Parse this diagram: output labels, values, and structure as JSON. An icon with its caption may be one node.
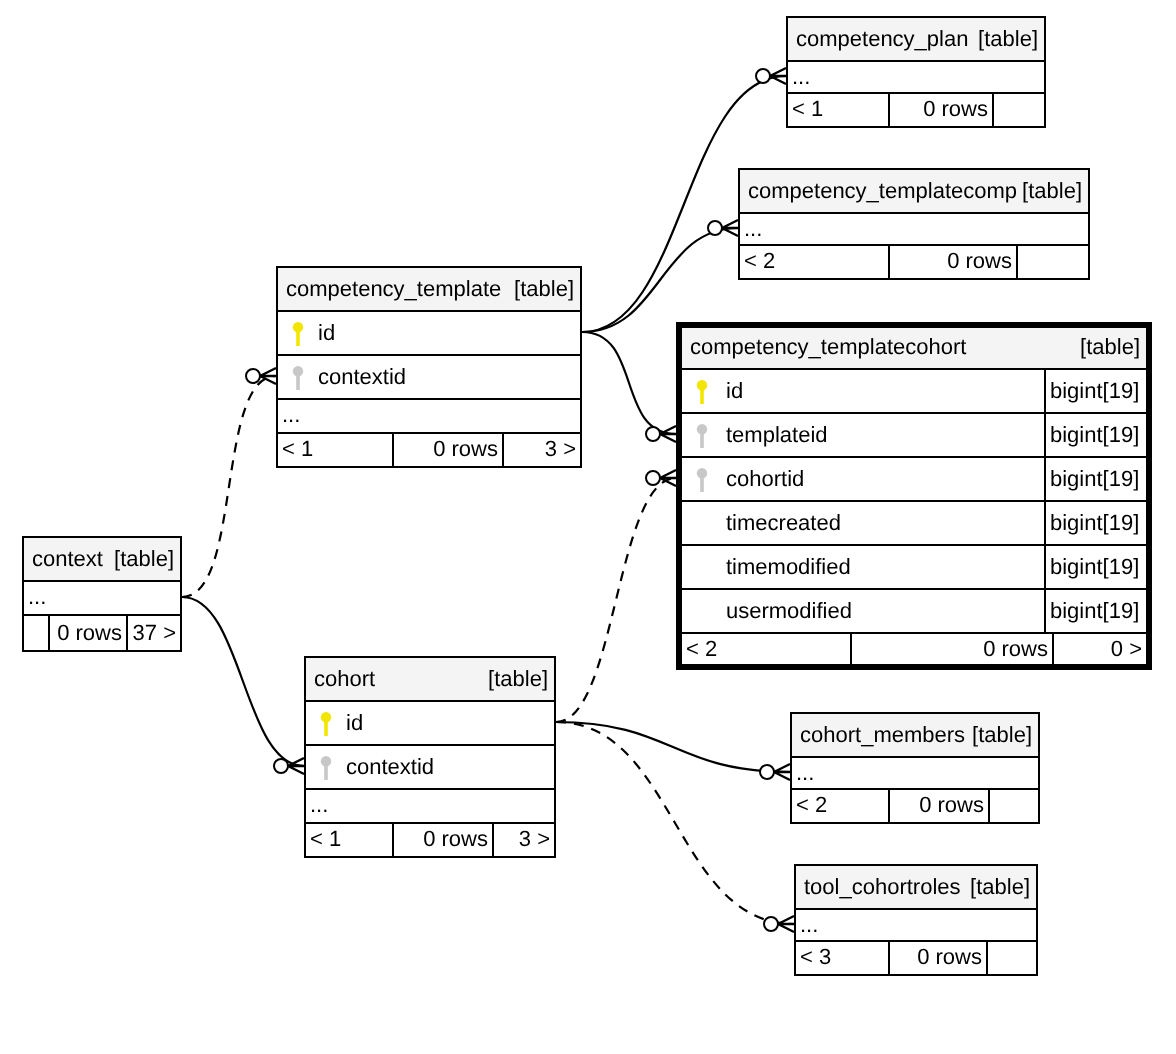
{
  "diagram": {
    "nodes": [
      {
        "text": [
          "context",
          "[table]"
        ]
      },
      {
        "text": [
          "..."
        ],
        "in": 0
      },
      {
        "text": [
          "0 rows",
          "37 >"
        ],
        "in": 0
      },
      {
        "text": [
          "competency_template",
          "[table]"
        ]
      },
      {
        "text": [
          "id"
        ],
        "in": 3
      },
      {
        "text": [
          "contextid"
        ],
        "in": 3
      },
      {
        "text": [
          "..."
        ],
        "in": 3
      },
      {
        "text": [
          "< 1",
          "0 rows",
          "3 >"
        ],
        "in": 3
      },
      {
        "text": [
          "cohort",
          "[table]"
        ]
      },
      {
        "text": [
          "id"
        ],
        "in": 8
      },
      {
        "text": [
          "contextid"
        ],
        "in": 8
      },
      {
        "text": [
          "..."
        ],
        "in": 8
      },
      {
        "text": [
          "< 1",
          "0 rows",
          "3 >"
        ],
        "in": 8
      },
      {
        "text": [
          "competency_plan",
          "[table]"
        ]
      },
      {
        "text": [
          "..."
        ],
        "in": 13
      },
      {
        "text": [
          "< 1",
          "0 rows"
        ],
        "in": 13
      },
      {
        "text": [
          "competency_templatecomp",
          "[table]"
        ]
      },
      {
        "text": [
          "..."
        ],
        "in": 16
      },
      {
        "text": [
          "< 2",
          "0 rows"
        ],
        "in": 16
      },
      {
        "text": [
          "competency_templatecohort",
          "[table]"
        ]
      },
      {
        "text": [
          "id",
          "bigint[19]"
        ],
        "in": 19
      },
      {
        "text": [
          "templateid",
          "bigint[19]"
        ],
        "in": 19
      },
      {
        "text": [
          "cohortid",
          "bigint[19]"
        ],
        "in": 19
      },
      {
        "text": [
          "timecreated",
          "bigint[19]"
        ],
        "in": 19
      },
      {
        "text": [
          "timemodified",
          "bigint[19]"
        ],
        "in": 19
      },
      {
        "text": [
          "usermodified",
          "bigint[19]"
        ],
        "in": 19
      },
      {
        "text": [
          "< 2",
          "0 rows",
          "0 >"
        ],
        "in": 19
      },
      {
        "text": [
          "cohort_members",
          "[table]"
        ]
      },
      {
        "text": [
          "..."
        ],
        "in": 27
      },
      {
        "text": [
          "< 2",
          "0 rows"
        ],
        "in": 27
      },
      {
        "text": [
          "tool_cohortroles",
          "[table]"
        ]
      },
      {
        "text": [
          "..."
        ],
        "in": 30
      },
      {
        "text": [
          "< 3",
          "0 rows"
        ],
        "in": 30
      }
    ],
    "edges": [
      {
        "from": 1,
        "to": 5,
        "arrow": "other",
        "style": "dashed"
      },
      {
        "from": 1,
        "to": 10,
        "arrow": "other"
      },
      {
        "from": 4,
        "to": 14,
        "arrow": "other"
      },
      {
        "from": 4,
        "to": 17,
        "arrow": "other"
      },
      {
        "from": 4,
        "to": 21,
        "arrow": "other"
      },
      {
        "from": 9,
        "to": 22,
        "arrow": "other",
        "style": "dashed"
      },
      {
        "from": 9,
        "to": 28,
        "arrow": "other"
      },
      {
        "from": 9,
        "to": 31,
        "arrow": "other",
        "style": "dashed"
      }
    ]
  }
}
